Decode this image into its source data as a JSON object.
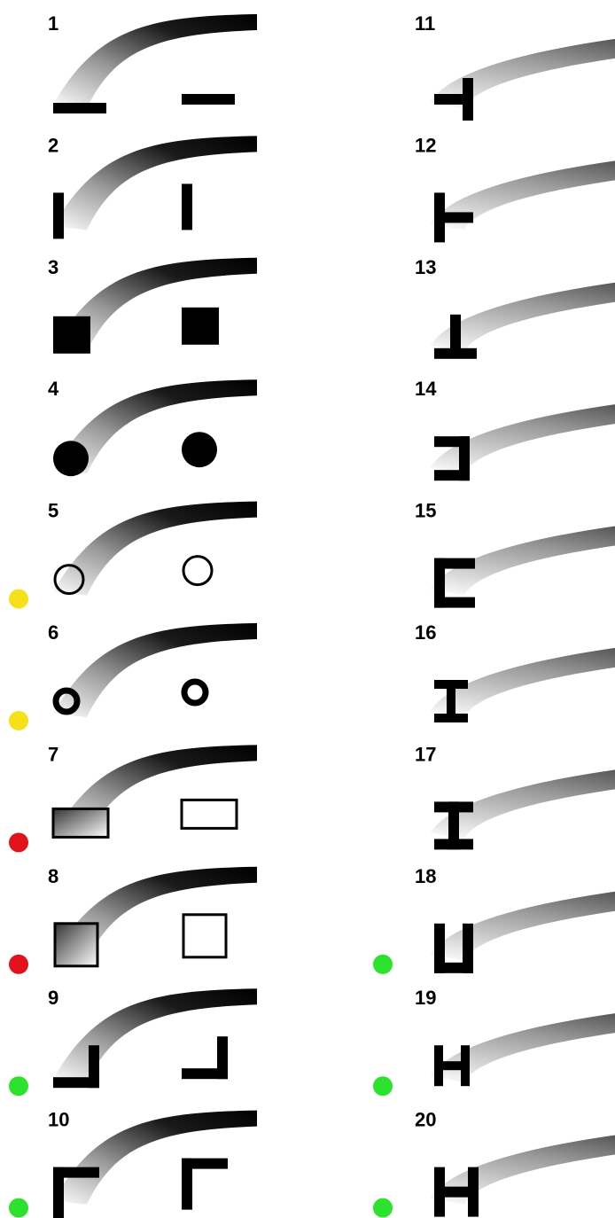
{
  "panels": [
    {
      "label": "1",
      "dot": null,
      "shape": "hbar"
    },
    {
      "label": "2",
      "dot": null,
      "shape": "vbar"
    },
    {
      "label": "3",
      "dot": null,
      "shape": "square"
    },
    {
      "label": "4",
      "dot": null,
      "shape": "disc"
    },
    {
      "label": "5",
      "dot": "yellow",
      "shape": "ring-thin"
    },
    {
      "label": "6",
      "dot": "yellow",
      "shape": "ring-thick"
    },
    {
      "label": "7",
      "dot": "red",
      "shape": "rect-outline"
    },
    {
      "label": "8",
      "dot": "red",
      "shape": "square-outline"
    },
    {
      "label": "9",
      "dot": "green",
      "shape": "L"
    },
    {
      "label": "10",
      "dot": "green",
      "shape": "gamma"
    },
    {
      "label": "11",
      "dot": null,
      "shape": "cross-left"
    },
    {
      "label": "12",
      "dot": null,
      "shape": "T-left"
    },
    {
      "label": "13",
      "dot": null,
      "shape": "inverted-T"
    },
    {
      "label": "14",
      "dot": null,
      "shape": "bracket-right"
    },
    {
      "label": "15",
      "dot": null,
      "shape": "bracket-left"
    },
    {
      "label": "16",
      "dot": null,
      "shape": "I-beam"
    },
    {
      "label": "17",
      "dot": null,
      "shape": "I-beam-wide"
    },
    {
      "label": "18",
      "dot": "green",
      "shape": "U"
    },
    {
      "label": "19",
      "dot": "green",
      "shape": "H-small"
    },
    {
      "label": "20",
      "dot": "green",
      "shape": "H"
    }
  ],
  "colors": {
    "yellow": "#f5e11a",
    "red": "#e2121c",
    "green": "#2ce22c",
    "ink": "#000000"
  }
}
